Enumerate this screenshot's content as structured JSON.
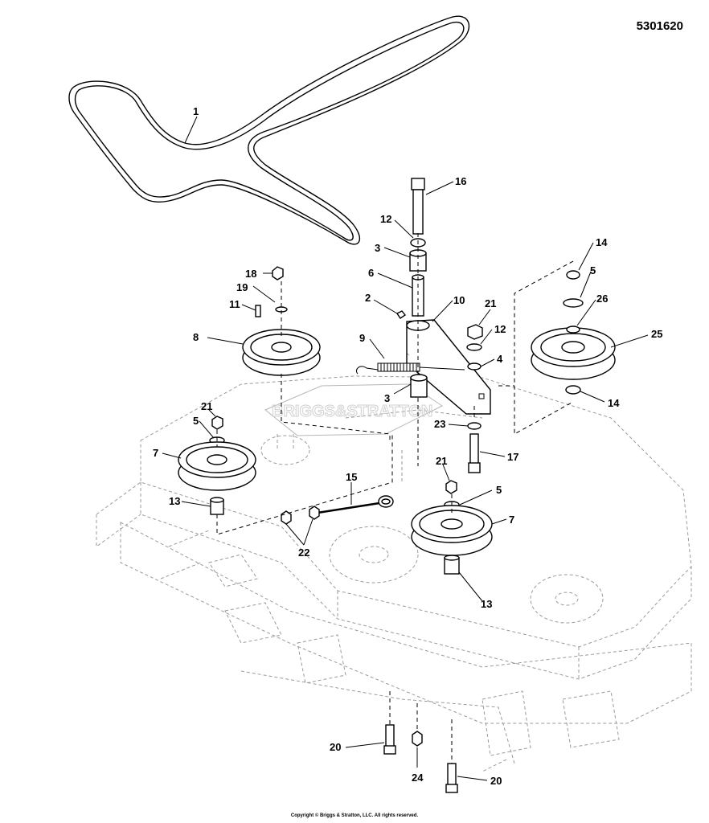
{
  "part_number": "5301620",
  "copyright": "Copyright © Briggs & Stratton, LLC. All rights reserved.",
  "watermark": "BRIGGS&STRATTON",
  "callouts": {
    "c1": "1",
    "c16": "16",
    "c12a": "12",
    "c3a": "3",
    "c6": "6",
    "c2": "2",
    "c10": "10",
    "c21a": "21",
    "c12b": "12",
    "c4": "4",
    "c9": "9",
    "c3b": "3",
    "c18": "18",
    "c19": "19",
    "c11": "11",
    "c8": "8",
    "c14a": "14",
    "c5a": "5",
    "c26": "26",
    "c25": "25",
    "c14b": "14",
    "c21b": "21",
    "c5b": "5",
    "c7a": "7",
    "c13a": "13",
    "c23": "23",
    "c17": "17",
    "c15": "15",
    "c22": "22",
    "c21c": "21",
    "c5c": "5",
    "c7b": "7",
    "c13b": "13",
    "c20a": "20",
    "c24": "24",
    "c20b": "20"
  }
}
